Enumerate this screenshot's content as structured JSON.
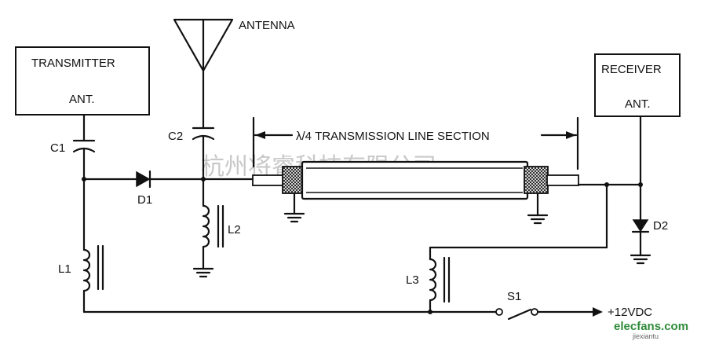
{
  "blocks": {
    "transmitter": {
      "title": "TRANSMITTER",
      "port": "ANT."
    },
    "receiver": {
      "title": "RECEIVER",
      "port": "ANT."
    }
  },
  "antenna_label": "ANTENNA",
  "transmission_line_label": "λ/4 TRANSMISSION LINE SECTION",
  "components": {
    "c1": "C1",
    "c2": "C2",
    "d1": "D1",
    "d2": "D2",
    "l1": "L1",
    "l2": "L2",
    "l3": "L3",
    "s1": "S1"
  },
  "supply_label": "+12VDC",
  "watermark": {
    "cn": "杭州将睿科技有限公司",
    "site": "elecfans.com",
    "sub": "jiexiantu"
  }
}
